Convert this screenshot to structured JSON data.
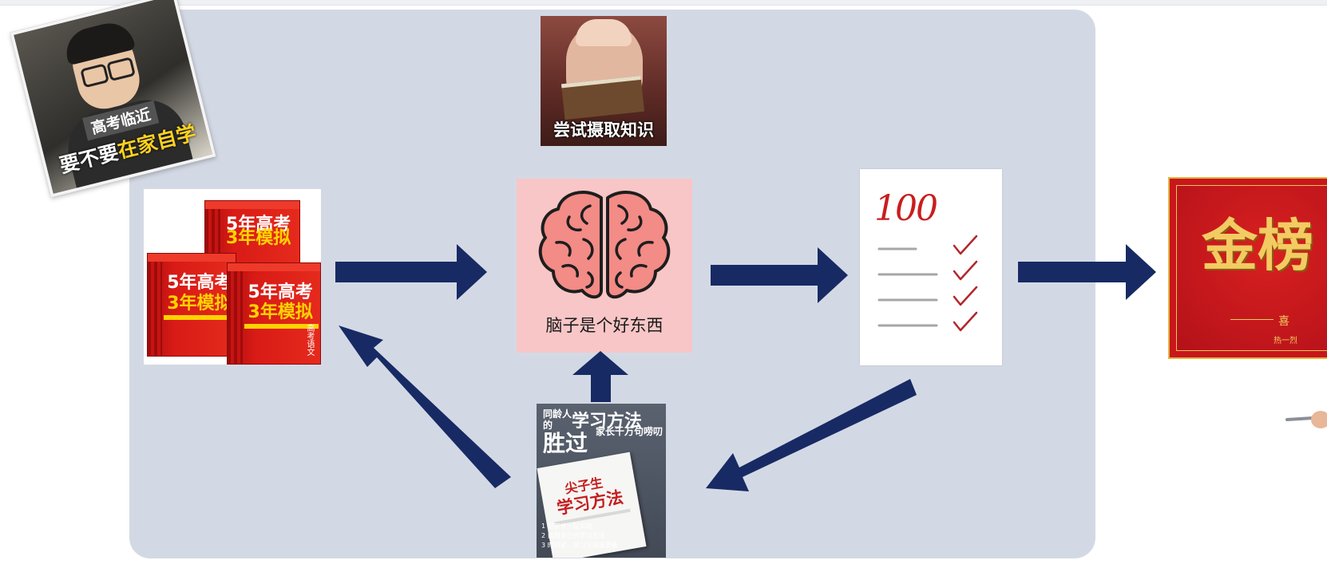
{
  "thumbnail": {
    "caption_line1": "高考临近",
    "caption_line2_a": "要不要",
    "caption_line2_b": "在家自学"
  },
  "meme": {
    "caption": "尝试摄取知识"
  },
  "books": {
    "box_a": {
      "line1": "5年高考",
      "line2": "3年模拟"
    },
    "box_b": {
      "line1": "5年高考",
      "line2": "3年模拟"
    },
    "box_c": {
      "line1": "5年高考",
      "line2": "3年模拟",
      "subject": "高考语文"
    }
  },
  "brain": {
    "caption": "脑子是个好东西"
  },
  "score_paper": {
    "score": "100"
  },
  "gold_list": {
    "title": "金榜",
    "sub1": "喜",
    "sub2": "热一烈"
  },
  "study_method": {
    "head_small": "同龄人的",
    "head_big": "学习方法",
    "head_main": "胜过",
    "head_side": "家长千万句唠叨",
    "book_line1": "尖子生",
    "book_line2": "学习方法",
    "list": [
      "1 跟家长一起实践",
      "2 找到自己的学习方法",
      "3 时间紧，学习方法很重要"
    ]
  },
  "colors": {
    "panel": "#d3d9e4",
    "arrow": "#172a64",
    "brain_bg": "#f8c6c6",
    "brain_fill": "#f38b86",
    "check": "#b3262b"
  }
}
